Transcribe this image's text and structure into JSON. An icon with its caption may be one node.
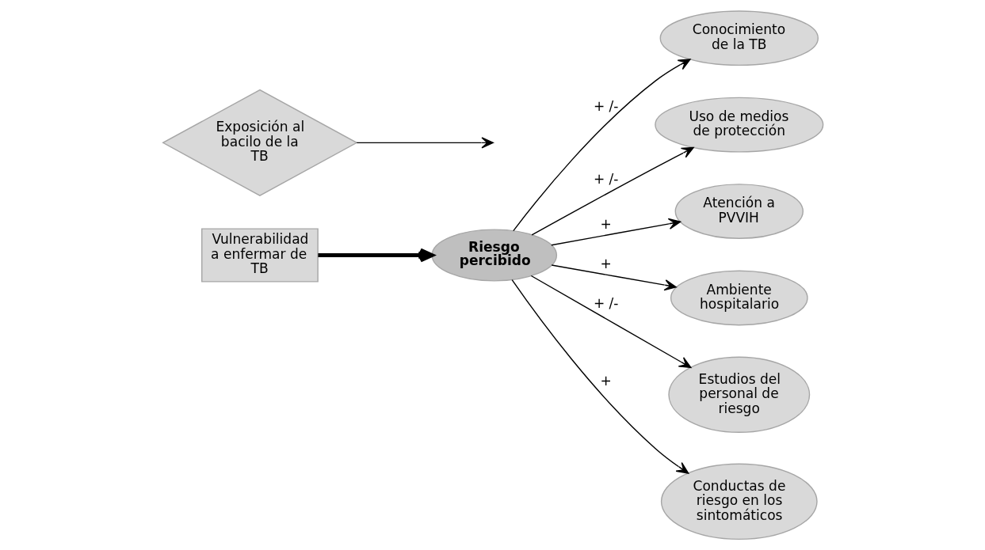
{
  "diagram": {
    "nodes": [
      {
        "text": [
          "Conocimiento de la TB"
        ]
      },
      {
        "text": [
          "Uso de medios de protección"
        ]
      },
      {
        "text": [
          "Exposición al bacilo de la TB"
        ]
      },
      {
        "text": [
          "Atención a PVVIH"
        ]
      },
      {
        "text": [
          "Vulnerabilidad a enfermar de TB"
        ]
      },
      {
        "text": [
          "Riesgo percibido"
        ]
      },
      {
        "text": [
          "Ambiente hospitalario"
        ]
      },
      {
        "text": [
          "Estudios del personal de riesgo"
        ]
      },
      {
        "text": [
          "Conductas de riesgo en los sintomáticos"
        ]
      }
    ],
    "edges": [
      {
        "from": 4,
        "to": 5,
        "arrow": "to",
        "style": "thick"
      },
      {
        "from": 2,
        "to": null,
        "arrow": "to"
      },
      {
        "from": 5,
        "to": 0,
        "arrow": "to",
        "label": "+ /-"
      },
      {
        "from": 5,
        "to": 1,
        "arrow": "to",
        "label": "+ /-"
      },
      {
        "from": 5,
        "to": 3,
        "arrow": "to",
        "label": "+"
      },
      {
        "from": 5,
        "to": 6,
        "arrow": "to",
        "label": "+"
      },
      {
        "from": 5,
        "to": 8,
        "arrow": "to",
        "label": "+"
      },
      {
        "from": 5,
        "to": 7,
        "arrow": "to",
        "label": "+ /-"
      }
    ]
  }
}
